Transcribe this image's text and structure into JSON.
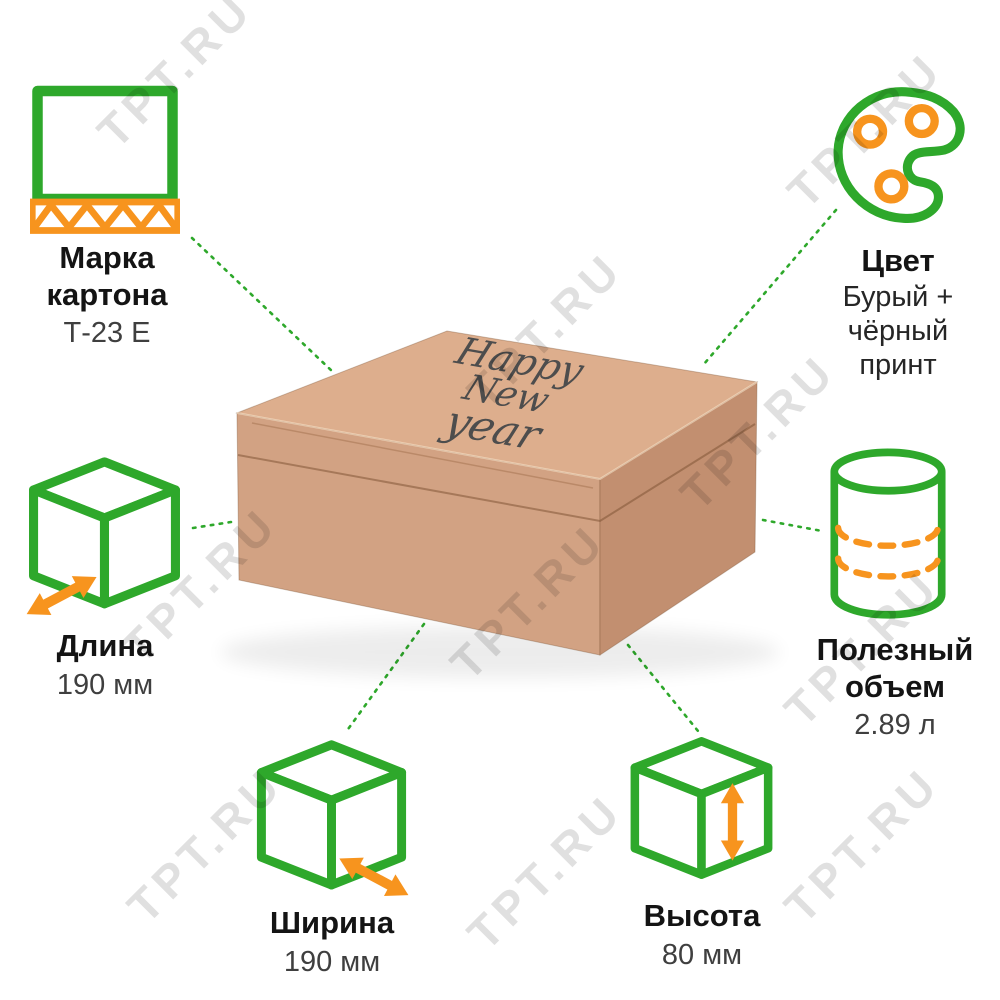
{
  "watermark": "ТРТ.RU",
  "product_box": {
    "print_line1": "Happy",
    "print_line2": "New",
    "print_line3": "year"
  },
  "specs": {
    "cardboard": {
      "label_line1": "Марка",
      "label_line2": "картона",
      "value": "Т-23 Е"
    },
    "color": {
      "label": "Цвет",
      "value_line1": "Бурый +",
      "value_line2": "чёрный",
      "value_line3": "принт"
    },
    "length": {
      "label": "Длина",
      "value": "190 мм"
    },
    "volume": {
      "label_line1": "Полезный",
      "label_line2": "объем",
      "value": "2.89 л"
    },
    "width": {
      "label": "Ширина",
      "value": "190 мм"
    },
    "height": {
      "label": "Высота",
      "value": "80 мм"
    }
  },
  "colors": {
    "green": "#2EA82B",
    "orange": "#F7941E",
    "kraft_top": "#DDAE8D",
    "kraft_front": "#D2A283",
    "kraft_side": "#C28F70",
    "print_ink": "#4D4D4D"
  }
}
